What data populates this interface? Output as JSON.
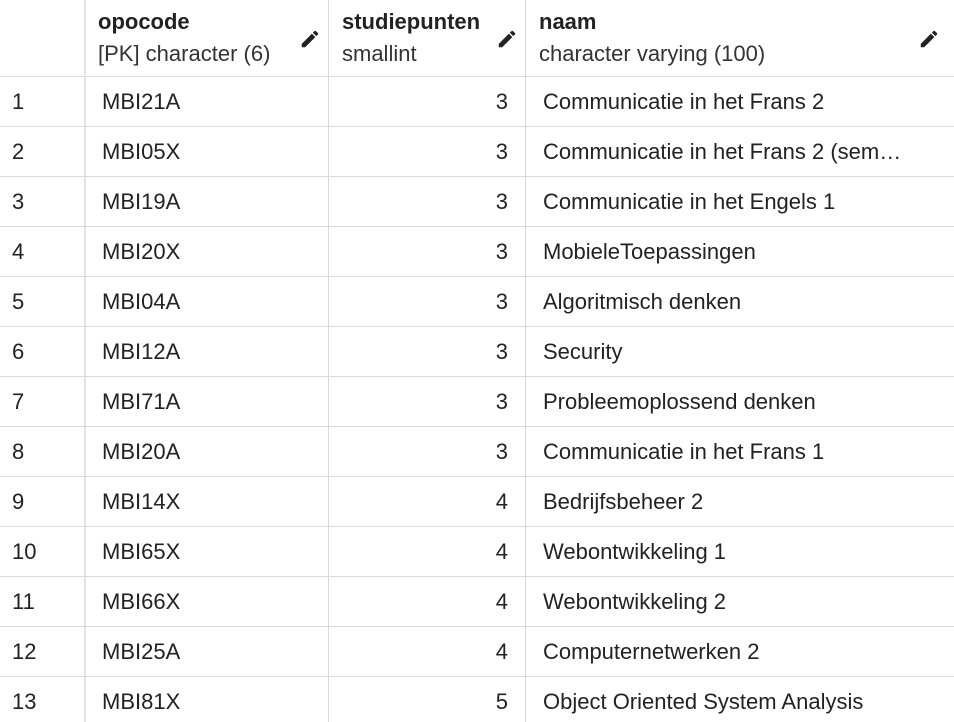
{
  "table": {
    "columns": [
      {
        "name": "opocode",
        "type": "[PK] character (6)"
      },
      {
        "name": "studiepunten",
        "type": "smallint"
      },
      {
        "name": "naam",
        "type": "character varying (100)"
      }
    ],
    "rows": [
      {
        "num": "1",
        "opocode": "MBI21A",
        "studiepunten": "3",
        "naam": "Communicatie in het Frans 2"
      },
      {
        "num": "2",
        "opocode": "MBI05X",
        "studiepunten": "3",
        "naam": "Communicatie in het Frans 2 (sem…"
      },
      {
        "num": "3",
        "opocode": "MBI19A",
        "studiepunten": "3",
        "naam": "Communicatie in het Engels 1"
      },
      {
        "num": "4",
        "opocode": "MBI20X",
        "studiepunten": "3",
        "naam": "MobieleToepassingen"
      },
      {
        "num": "5",
        "opocode": "MBI04A",
        "studiepunten": "3",
        "naam": "Algoritmisch denken"
      },
      {
        "num": "6",
        "opocode": "MBI12A",
        "studiepunten": "3",
        "naam": "Security"
      },
      {
        "num": "7",
        "opocode": "MBI71A",
        "studiepunten": "3",
        "naam": "Probleemoplossend denken"
      },
      {
        "num": "8",
        "opocode": "MBI20A",
        "studiepunten": "3",
        "naam": "Communicatie in het Frans 1"
      },
      {
        "num": "9",
        "opocode": "MBI14X",
        "studiepunten": "4",
        "naam": "Bedrijfsbeheer 2"
      },
      {
        "num": "10",
        "opocode": "MBI65X",
        "studiepunten": "4",
        "naam": "Webontwikkeling 1"
      },
      {
        "num": "11",
        "opocode": "MBI66X",
        "studiepunten": "4",
        "naam": "Webontwikkeling 2"
      },
      {
        "num": "12",
        "opocode": "MBI25A",
        "studiepunten": "4",
        "naam": "Computernetwerken 2"
      },
      {
        "num": "13",
        "opocode": "MBI81X",
        "studiepunten": "5",
        "naam": "Object Oriented System Analysis"
      }
    ]
  },
  "icons": {
    "edit": "pencil-icon"
  },
  "colors": {
    "border": "#d9d9d9",
    "text": "#222222",
    "background": "#ffffff"
  }
}
